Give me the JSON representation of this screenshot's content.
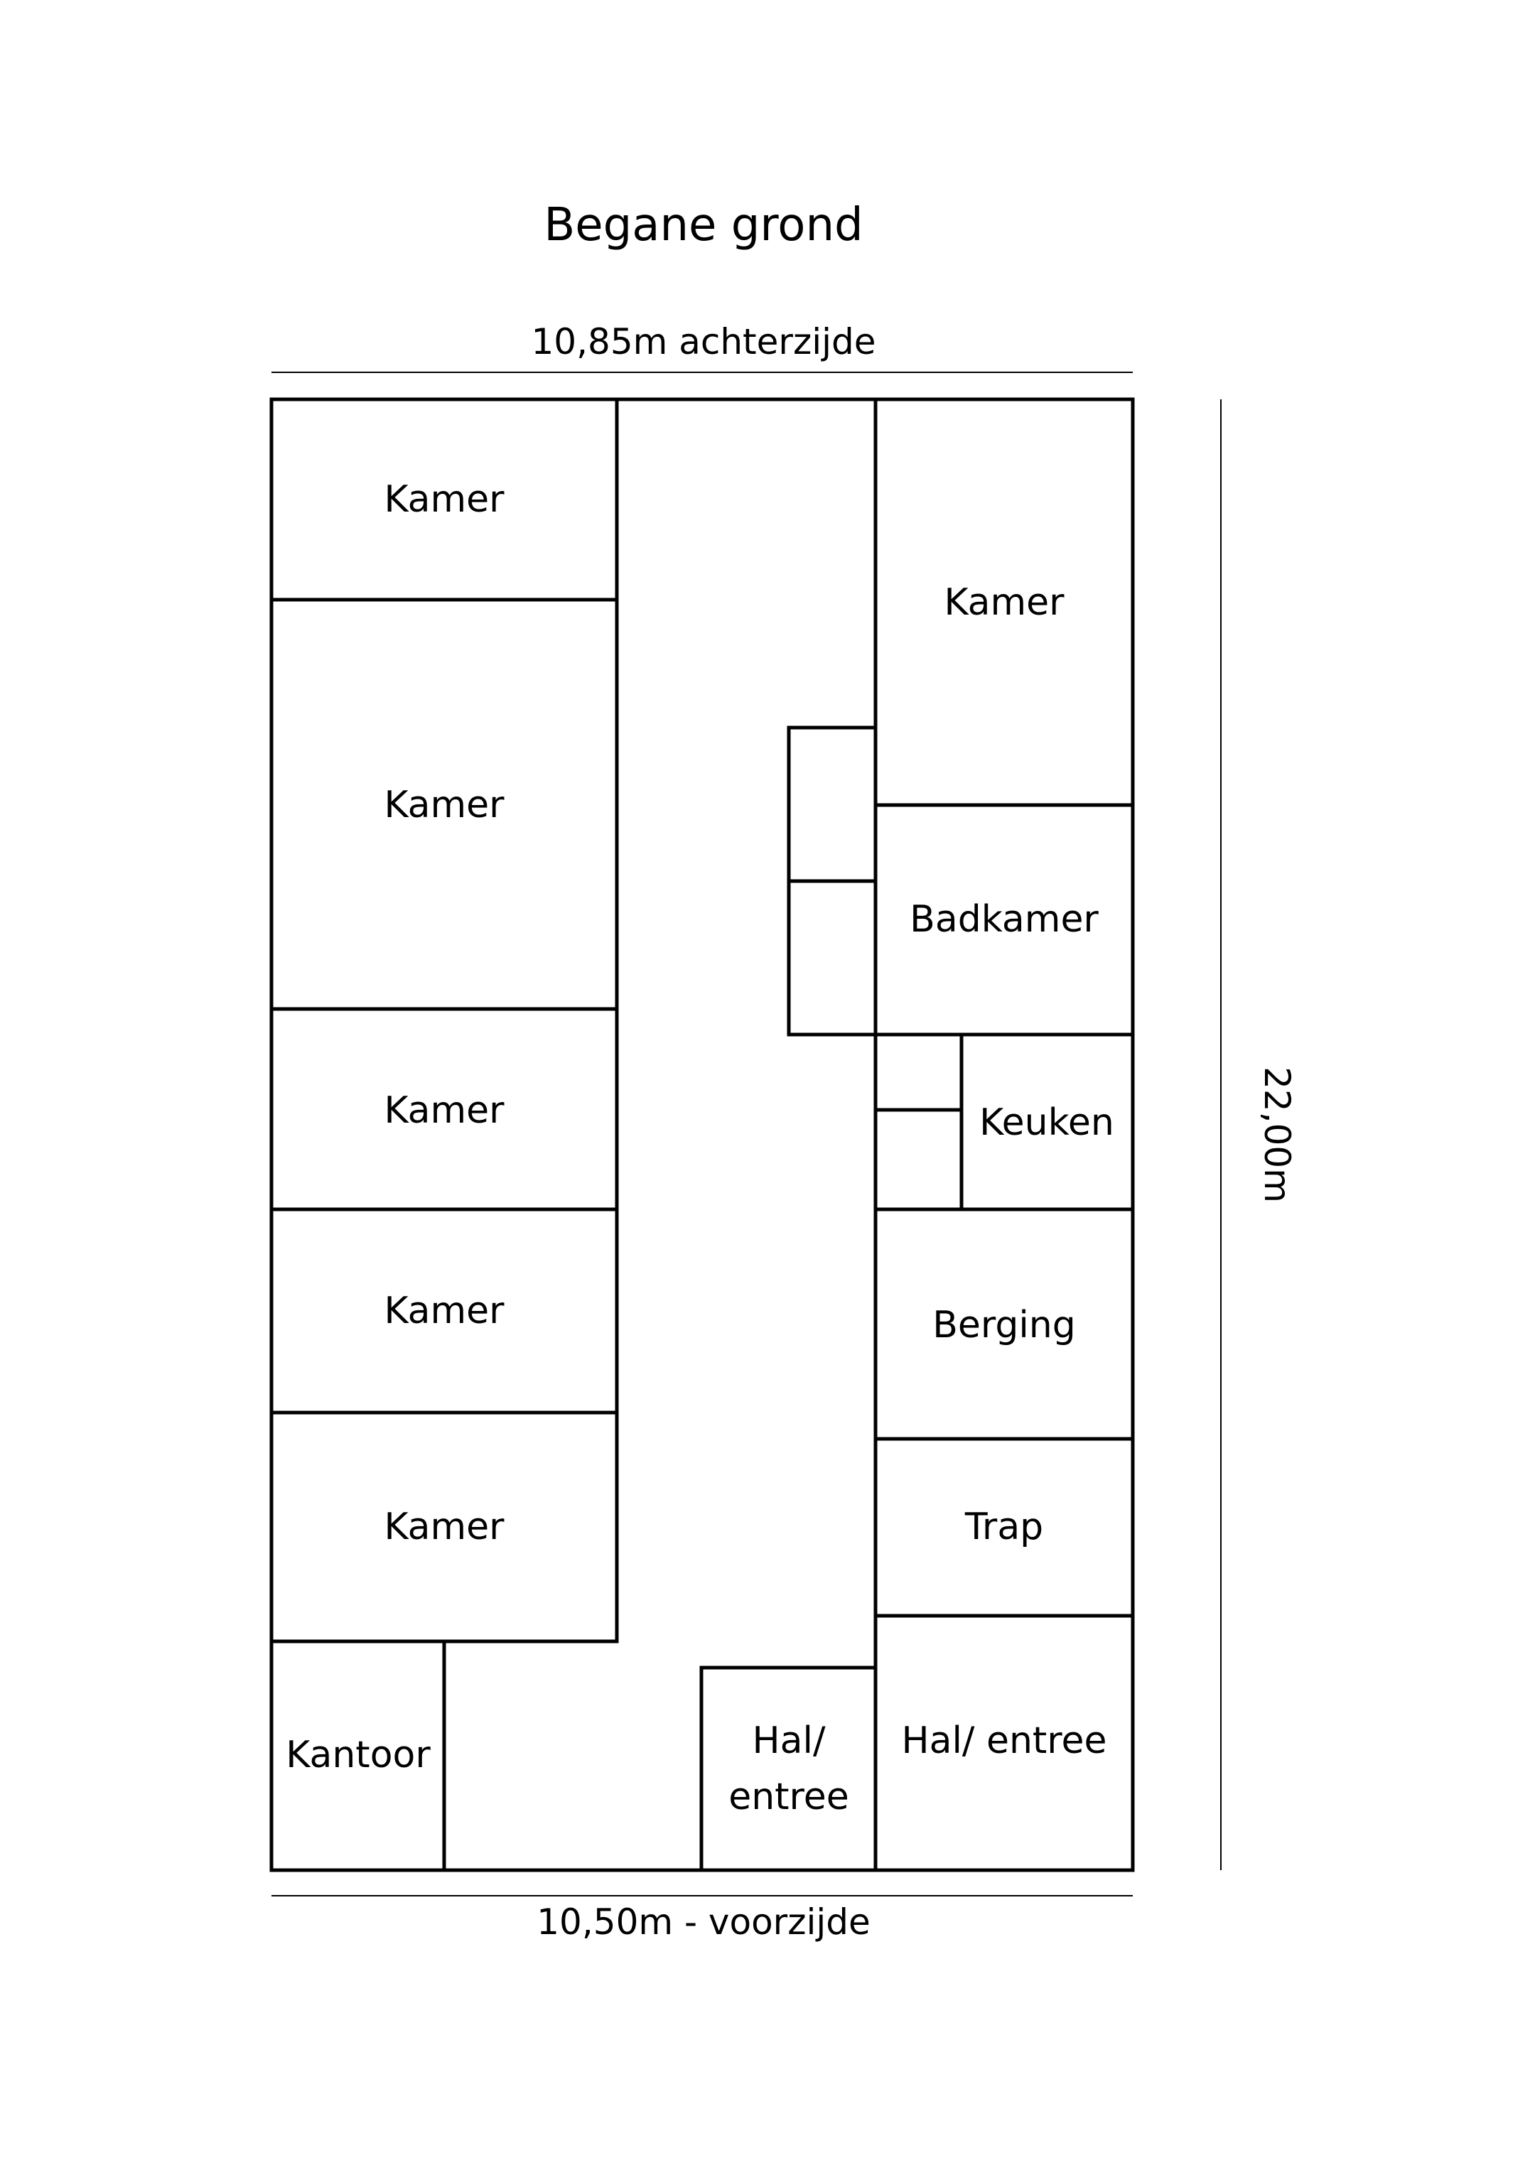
{
  "title": "Begane grond",
  "dimensions": {
    "top": "10,85m achterzijde",
    "bottom": "10,50m - voorzijde",
    "right": "22,00m"
  },
  "rooms": {
    "kamer_1": "Kamer",
    "kamer_2": "Kamer",
    "kamer_3": "Kamer",
    "kamer_4": "Kamer",
    "kamer_5": "Kamer",
    "kamer_right": "Kamer",
    "badkamer": "Badkamer",
    "keuken": "Keuken",
    "berging": "Berging",
    "trap": "Trap",
    "kantoor": "Kantoor",
    "hal_entree_small_line1": "Hal/",
    "hal_entree_small_line2": "entree",
    "hal_entree_large": "Hal/ entree"
  }
}
